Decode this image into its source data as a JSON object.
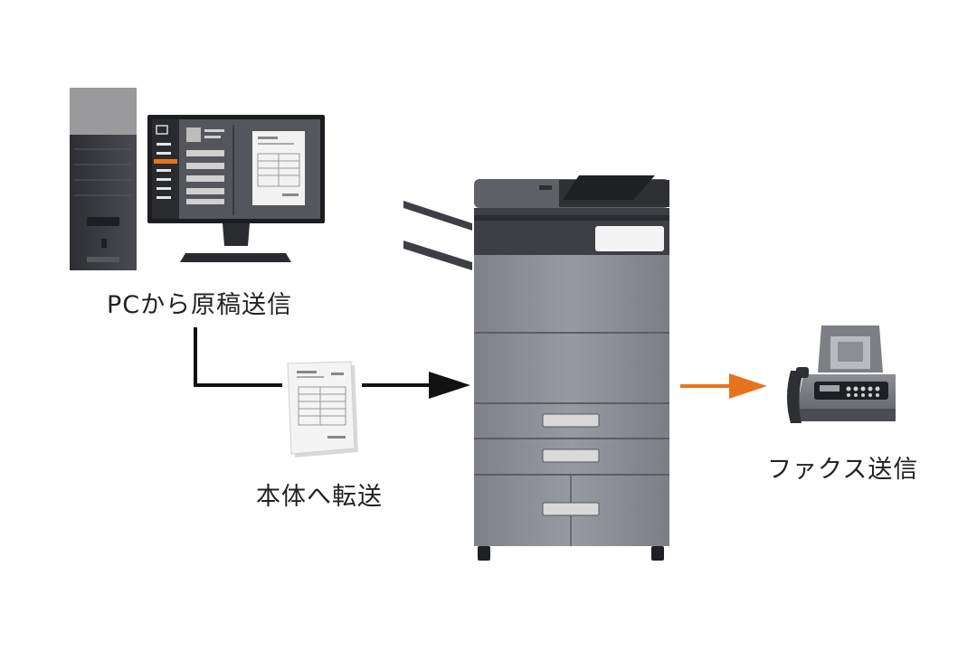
{
  "labels": {
    "pc_send": "PCから原稿送信",
    "transfer": "本体へ転送",
    "fax_send": "ファクス送信"
  },
  "icons": {
    "pc": "desktop-computer-icon",
    "document": "document-icon",
    "mfp": "multifunction-printer-icon",
    "fax": "fax-machine-icon"
  },
  "colors": {
    "flow_arrow": "#111111",
    "fax_arrow": "#e8731e",
    "mfp_body": "#8e9097",
    "mfp_dark": "#3d3f44"
  }
}
